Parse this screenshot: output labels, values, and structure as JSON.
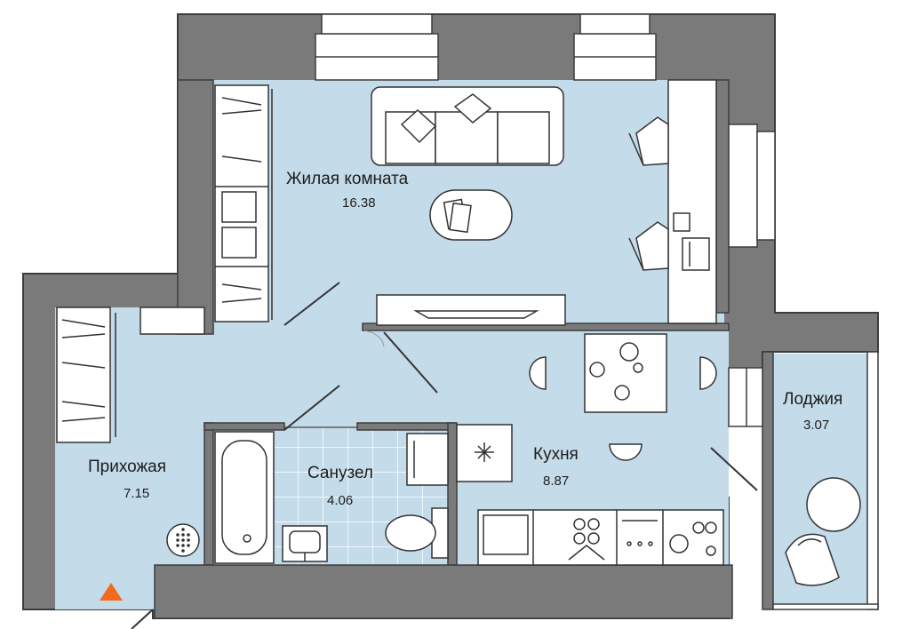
{
  "rooms": {
    "living": {
      "name": "Жилая комната",
      "area": "16.38"
    },
    "hall": {
      "name": "Прихожая",
      "area": "7.15"
    },
    "bath": {
      "name": "Санузел",
      "area": "4.06"
    },
    "kitchen": {
      "name": "Кухня",
      "area": "8.87"
    },
    "loggia": {
      "name": "Лоджия",
      "area": "3.07"
    }
  },
  "colors": {
    "wall": "#7a7a7a",
    "wall_stroke": "#3c3c3c",
    "floor": "#c4dbea",
    "tile_line": "#ffffff",
    "furniture": "#ffffff",
    "line": "#333333",
    "entry_marker": "#f26b1d"
  },
  "icons": [
    "sofa-icon",
    "chair-icon",
    "laptop-icon",
    "bathtub-icon",
    "sink-icon",
    "toilet-icon",
    "stove-icon",
    "wardrobe-icon",
    "table-icon",
    "entry-arrow-icon"
  ]
}
